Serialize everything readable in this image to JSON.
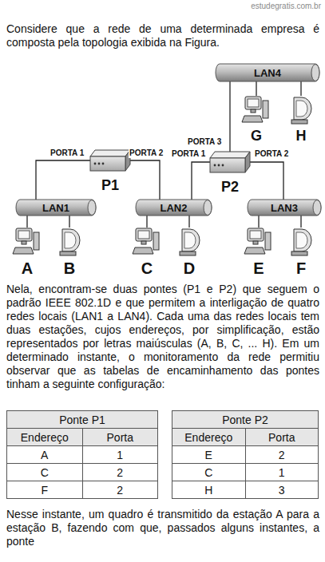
{
  "diagram": {
    "nodes": [
      {
        "text": [
          "LAN4"
        ]
      },
      {
        "text": [
          "G"
        ]
      },
      {
        "text": [
          "H"
        ]
      },
      {
        "text": [
          "P1"
        ]
      },
      {
        "text": [
          "P2"
        ]
      },
      {
        "text": [
          "LAN1"
        ]
      },
      {
        "text": [
          "LAN2"
        ]
      },
      {
        "text": [
          "LAN3"
        ]
      },
      {
        "text": [
          "A"
        ]
      },
      {
        "text": [
          "B"
        ]
      },
      {
        "text": [
          "C"
        ]
      },
      {
        "text": [
          "D"
        ]
      },
      {
        "text": [
          "E"
        ]
      },
      {
        "text": [
          "F"
        ]
      }
    ],
    "edges": [
      {
        "from": 3,
        "to": 5,
        "label": "PORTA 1",
        "arrow": "none"
      },
      {
        "from": 3,
        "to": 6,
        "label": "PORTA 2",
        "arrow": "none"
      },
      {
        "from": 4,
        "to": 0,
        "label": "PORTA 3",
        "arrow": "none"
      },
      {
        "from": 4,
        "to": 6,
        "label": "PORTA 1",
        "arrow": "none"
      },
      {
        "from": 4,
        "to": 7,
        "label": "PORTA 2",
        "arrow": "none"
      },
      {
        "from": 0,
        "to": 1,
        "arrow": "none"
      },
      {
        "from": 0,
        "to": 2,
        "arrow": "none"
      },
      {
        "from": 5,
        "to": 8,
        "arrow": "none"
      },
      {
        "from": 5,
        "to": 9,
        "arrow": "none"
      },
      {
        "from": 6,
        "to": 10,
        "arrow": "none"
      },
      {
        "from": 6,
        "to": 11,
        "arrow": "none"
      },
      {
        "from": 7,
        "to": 12,
        "arrow": "none"
      },
      {
        "from": 7,
        "to": 13,
        "arrow": "none"
      }
    ],
    "labels": [
      "estudegratis.com.br",
      "Considere que a rede de uma determinada empresa é composta pela topologia exibida na Figura.",
      "Nela, encontram-se duas pontes (P1 e P2) que seguem o padrão IEEE 802.1D e que permitem a interligação de quatro redes locais (LAN1 a LAN4). Cada uma das redes locais tem duas estações, cujos endereços, por simplificação, estão representados por letras maiúsculas (A, B, C, ... H). Em um determinado instante, o monitoramento da rede permitiu observar que as tabelas de encaminhamento das pontes tinham a seguinte configuração:",
      "Ponte P1",
      "Endereço",
      "Porta",
      "A",
      "1",
      "C",
      "2",
      "F",
      "2",
      "Ponte P2",
      "Endereço",
      "Porta",
      "E",
      "2",
      "C",
      "1",
      "H",
      "3",
      "Nesse instante, um quadro é transmitido da estação A para a estação B, fazendo com que, passados alguns instantes, a ponte"
    ]
  }
}
